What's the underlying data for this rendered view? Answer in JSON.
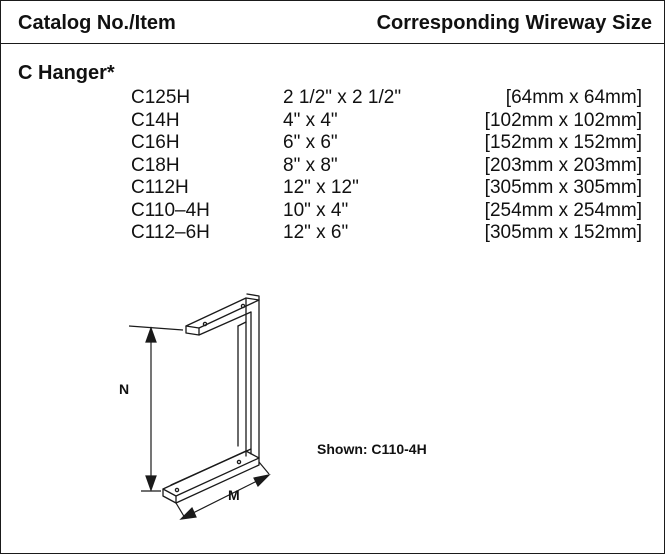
{
  "header": {
    "left": "Catalog No./Item",
    "right": "Corresponding Wireway Size"
  },
  "section": {
    "title": "C Hanger*"
  },
  "rows": [
    {
      "item": "C125H",
      "inch": "2 1/2\" x 2 1/2\"",
      "mm": "[64mm x 64mm]"
    },
    {
      "item": "C14H",
      "inch": "4\" x 4\"",
      "mm": "[102mm x 102mm]"
    },
    {
      "item": "C16H",
      "inch": "6\" x 6\"",
      "mm": "[152mm x 152mm]"
    },
    {
      "item": "C18H",
      "inch": "8\" x 8\"",
      "mm": "[203mm x 203mm]"
    },
    {
      "item": "C112H",
      "inch": "12\" x 12\"",
      "mm": "[305mm x 305mm]"
    },
    {
      "item": "C110–4H",
      "inch": "10\" x 4\"",
      "mm": "[254mm x 254mm]"
    },
    {
      "item": "C112–6H",
      "inch": "12\" x 6\"",
      "mm": "[305mm x 152mm]"
    }
  ],
  "figure": {
    "dim_n": "N",
    "dim_m": "M",
    "caption": "Shown: C110-4H"
  }
}
